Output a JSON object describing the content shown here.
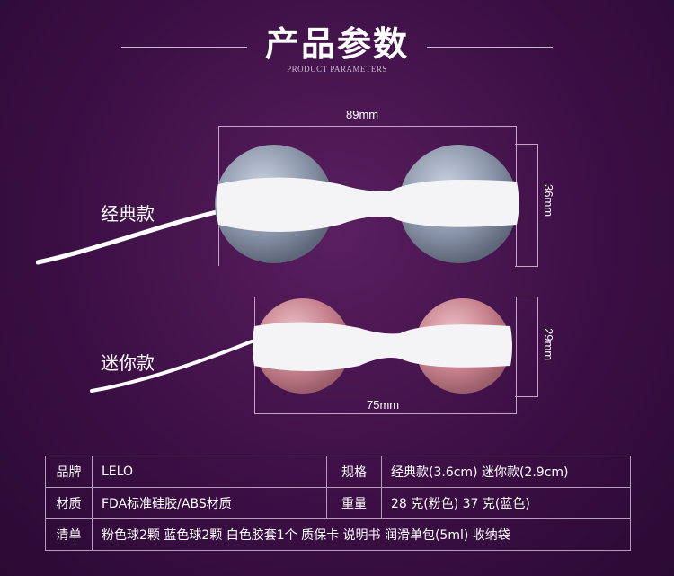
{
  "header": {
    "title": "产品参数",
    "subtitle": "PRODUCT PARAMETERS"
  },
  "products": {
    "classic": {
      "label": "经典款",
      "width": "89mm",
      "height": "36mm"
    },
    "mini": {
      "label": "迷你款",
      "width": "75mm",
      "height": "29mm"
    }
  },
  "spec": {
    "brand_key": "品牌",
    "brand_val": "LELO",
    "size_key": "规格",
    "size_val": "经典款(3.6cm) 迷你款(2.9cm)",
    "material_key": "材质",
    "material_val": "FDA标准硅胶/ABS材质",
    "weight_key": "重量",
    "weight_val": "28 克(粉色)  37 克(蓝色)",
    "list_key": "清单",
    "list_val": "粉色球2颗  蓝色球2颗  白色胶套1个  质保卡  说明书  润滑单包(5ml)  收纳袋"
  },
  "colors": {
    "background": "#3c0f45",
    "blue_ball": "#9aa6bb",
    "pink_ball": "#c98a95",
    "sleeve": "#f4f4f6"
  }
}
